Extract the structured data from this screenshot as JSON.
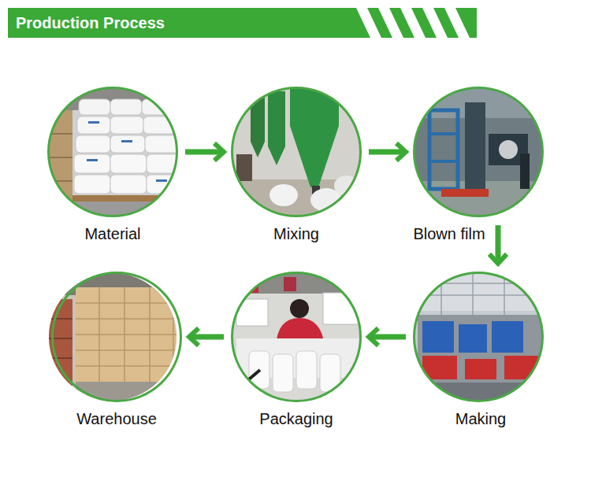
{
  "diagram": {
    "title": "Production Process",
    "nodes": [
      {
        "text": [
          "Material"
        ]
      },
      {
        "text": [
          "Mixing"
        ]
      },
      {
        "text": [
          "Blown film"
        ]
      },
      {
        "text": [
          "Warehouse"
        ]
      },
      {
        "text": [
          "Packaging"
        ]
      },
      {
        "text": [
          "Making"
        ]
      }
    ],
    "edges": [
      {
        "from": 0,
        "to": 1,
        "arrow": "to"
      },
      {
        "from": 1,
        "to": 2,
        "arrow": "to"
      },
      {
        "from": 2,
        "to": 5,
        "arrow": "to"
      },
      {
        "from": 5,
        "to": 4,
        "arrow": "to"
      },
      {
        "from": 4,
        "to": 3,
        "arrow": "to"
      }
    ]
  }
}
